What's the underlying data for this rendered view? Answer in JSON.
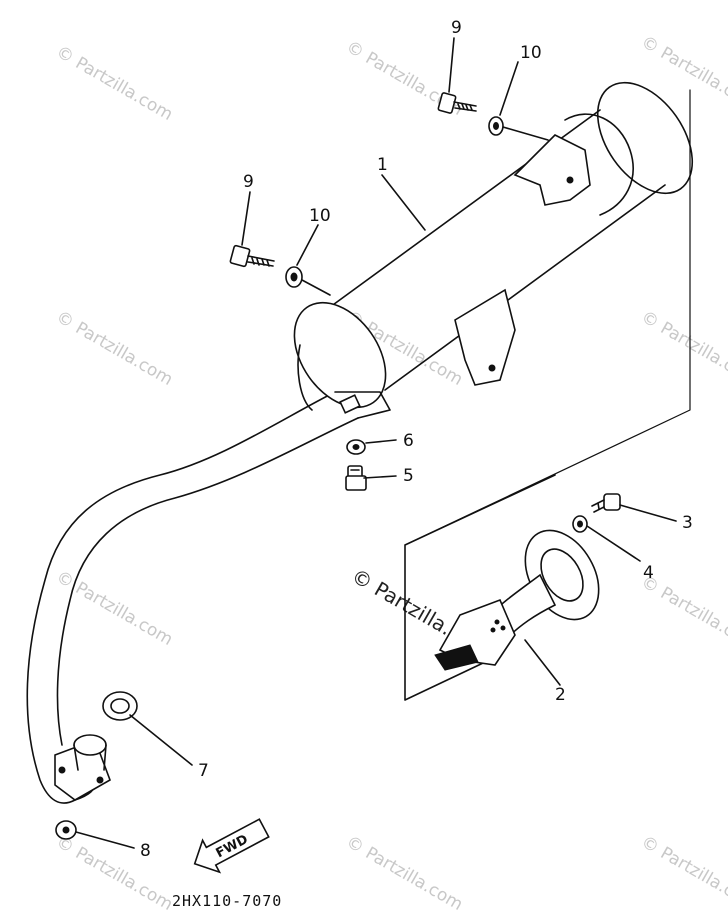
{
  "diagram": {
    "drawing_number": "2HX110-7070",
    "direction_arrow_label": "FWD",
    "watermark_text": "© Partzilla.com",
    "parts": [
      {
        "ref": "1"
      },
      {
        "ref": "2"
      },
      {
        "ref": "3"
      },
      {
        "ref": "4"
      },
      {
        "ref": "5"
      },
      {
        "ref": "6"
      },
      {
        "ref": "7"
      },
      {
        "ref": "8"
      },
      {
        "ref": "9"
      },
      {
        "ref": "10"
      }
    ],
    "duplicate_callouts": [
      {
        "ref": "9"
      },
      {
        "ref": "10"
      }
    ]
  }
}
